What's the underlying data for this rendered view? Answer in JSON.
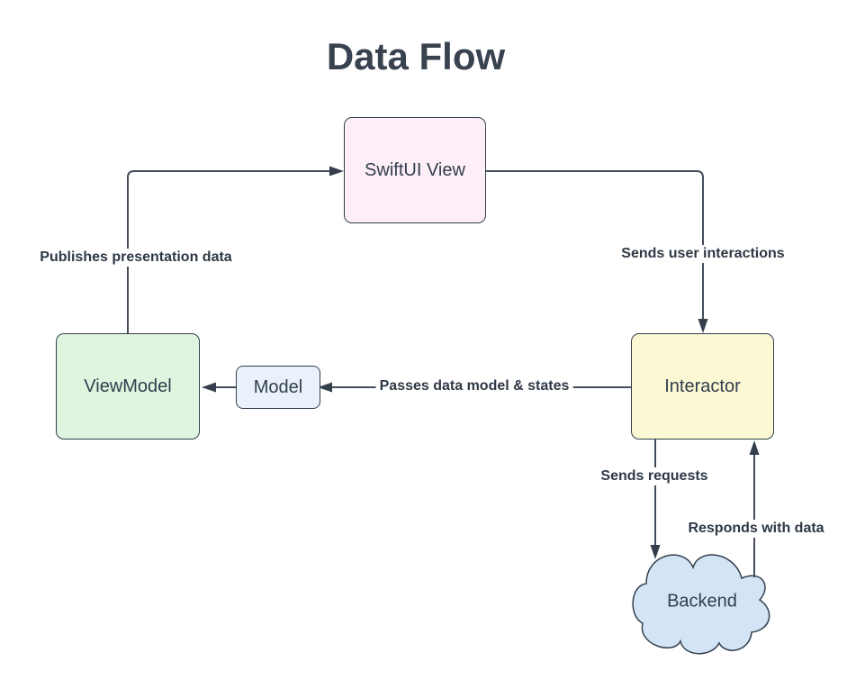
{
  "title": "Data Flow",
  "nodes": [
    {
      "id": "swiftui-view",
      "label": "SwiftUI View",
      "shape": "rounded-rect",
      "fill": "#fdeef7"
    },
    {
      "id": "viewmodel",
      "label": "ViewModel",
      "shape": "rounded-rect",
      "fill": "#dff5df"
    },
    {
      "id": "model",
      "label": "Model",
      "shape": "rounded-rect",
      "fill": "#e9f1fb"
    },
    {
      "id": "interactor",
      "label": "Interactor",
      "shape": "rounded-rect",
      "fill": "#fbf8d3"
    },
    {
      "id": "backend",
      "label": "Backend",
      "shape": "cloud",
      "fill": "#d3e4f6"
    }
  ],
  "edges": [
    {
      "from": "viewmodel",
      "to": "swiftui-view",
      "label": "Publishes presentation data"
    },
    {
      "from": "swiftui-view",
      "to": "interactor",
      "label": "Sends user interactions"
    },
    {
      "from": "interactor",
      "to": "model",
      "label": "Passes data model & states"
    },
    {
      "from": "model",
      "to": "viewmodel"
    },
    {
      "from": "interactor",
      "to": "backend",
      "label": "Sends requests"
    },
    {
      "from": "backend",
      "to": "interactor",
      "label": "Responds with data"
    }
  ],
  "colors": {
    "node_border": "#33404d",
    "edge_line": "#434c5a",
    "node_text": "#333e4e",
    "label_text": "#2e3946",
    "title_text": "#39424f",
    "background": "#ffffff"
  }
}
